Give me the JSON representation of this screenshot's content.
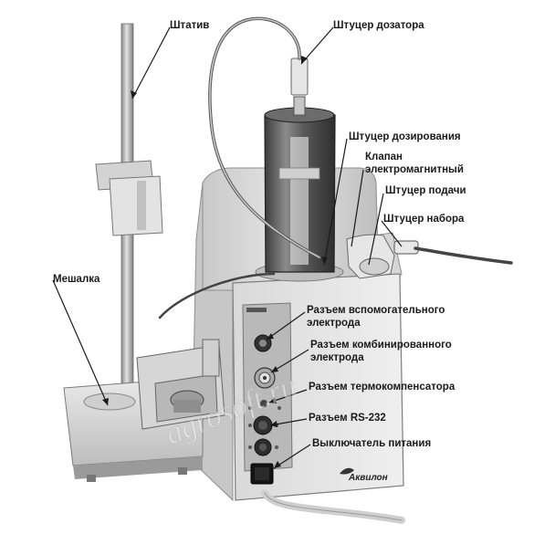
{
  "labels": {
    "shtativ": "Штатив",
    "shtucer_dozatora": "Штуцер дозатора",
    "shtucer_dozirovaniya": "Штуцер дозирования",
    "klapan_line1": "Клапан",
    "klapan_line2": "электромагнитный",
    "shtucer_podachi": "Штуцер подачи",
    "shtucer_nabora": "Штуцер набора",
    "meshalka": "Мешалка",
    "razem_vspom_line1": "Разъем вспомогательного",
    "razem_vspom_line2": "электрода",
    "razem_komb_line1": "Разъем комбинированного",
    "razem_komb_line2": "электрода",
    "razem_termo": "Разъем термокомпенсатора",
    "razem_rs232": "Разъем RS-232",
    "vyklyuchatel": "Выключатель питания"
  },
  "brand_logo": "Аквилон",
  "watermark": "agrosoft.ru"
}
